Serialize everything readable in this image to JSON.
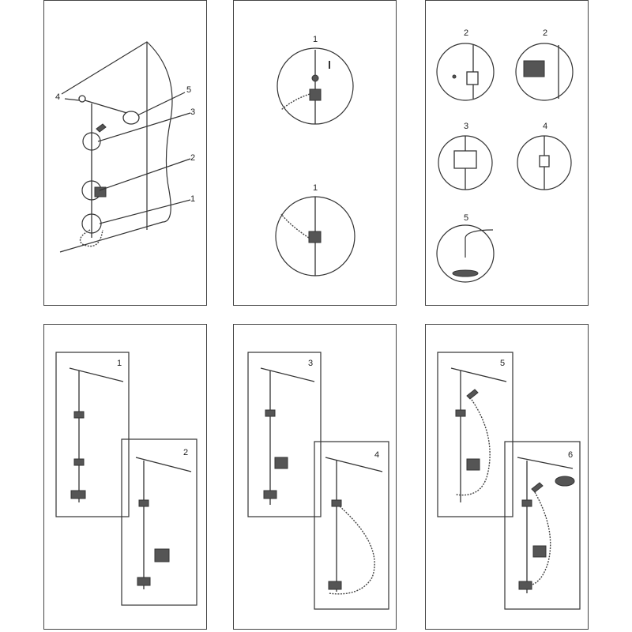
{
  "panel_a": {
    "callouts": [
      "4",
      "5",
      "3",
      "2",
      "1"
    ]
  },
  "panel_b": {
    "callouts": [
      "1",
      "1"
    ]
  },
  "panel_c": {
    "callouts": [
      "2",
      "2",
      "3",
      "4",
      "5"
    ]
  },
  "panel_d": {
    "callouts": [
      "1",
      "2"
    ]
  },
  "panel_e": {
    "callouts": [
      "3",
      "4"
    ]
  },
  "panel_f": {
    "callouts": [
      "5",
      "6"
    ]
  },
  "colors": {
    "line": "#333333",
    "border": "#444444",
    "background": "#ffffff"
  }
}
